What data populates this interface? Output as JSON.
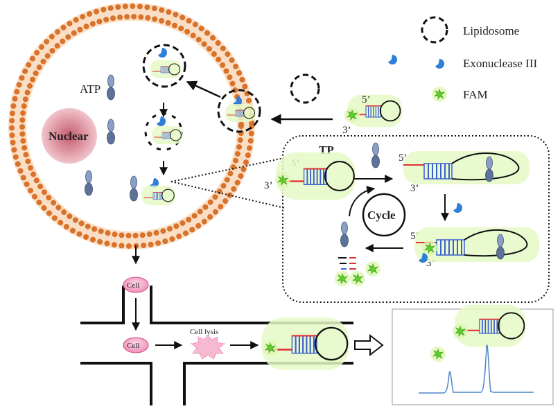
{
  "legend": {
    "lipidosome": "Lipidosome",
    "exonuclease": "Exonuclease III",
    "fam": "FAM"
  },
  "labels": {
    "atp": "ATP",
    "nuclear": "Nuclear",
    "tp": "TP",
    "cycle": "Cycle",
    "five_prime": "5’",
    "three_prime": "3’",
    "cell": "Cell",
    "cell_lysis": "Cell lysis"
  },
  "colors": {
    "bilayer": "#d9722a",
    "bilayer_glow": "#f6c9a0",
    "nucleus": "#cf6f80",
    "fam_green": "#5fcf2a",
    "fam_glow": "#dcf7b0",
    "enzyme_blue": "#2f7fd6",
    "stem_blue": "#3a5fd0",
    "strand_red": "#e03030",
    "atp_grey": "#8a9fc4",
    "cell_pink": "#f2a6c6",
    "electropherogram": "#4f86c6"
  }
}
